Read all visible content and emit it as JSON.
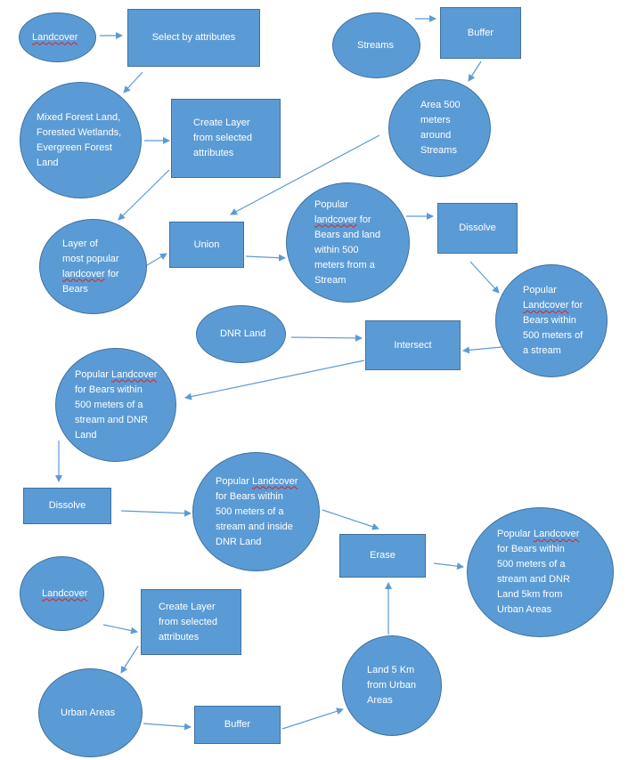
{
  "nodes": {
    "landcover_top": {
      "text": "Landcover"
    },
    "select_attrs": {
      "text": "Select by attributes"
    },
    "streams": {
      "text": "Streams"
    },
    "buffer_top": {
      "text": "Buffer"
    },
    "mixed_forest": {
      "lines": [
        "Mixed Forest Land,",
        "Forested Wetlands,",
        "Evergreen Forest",
        "Land"
      ]
    },
    "create_layer_top": {
      "lines": [
        "Create Layer",
        "from selected",
        "attributes"
      ]
    },
    "area_500": {
      "lines": [
        "Area 500",
        "meters",
        "around",
        "Streams"
      ]
    },
    "layer_popular": {
      "lines": [
        "Layer of",
        "most popular"
      ],
      "line3_word": "landcover",
      "line3_rest": " for",
      "line4": "Bears"
    },
    "union": {
      "text": "Union"
    },
    "popular_land_500": {
      "line1": "Popular",
      "line2_word": "landcover",
      "line2_rest": " for",
      "lines_rest": [
        "Bears and land",
        "within 500",
        "meters from a",
        "Stream"
      ]
    },
    "dissolve_top": {
      "text": "Dissolve"
    },
    "popular_500_stream": {
      "line1": "Popular",
      "line2_word": "Landcover",
      "line2_rest": " for",
      "lines_rest": [
        "Bears within",
        "500 meters of",
        "a stream"
      ]
    },
    "dnr_land": {
      "text": "DNR Land"
    },
    "intersect": {
      "text": "Intersect"
    },
    "popular_dnr": {
      "line1_pre": "Popular ",
      "line1_word": "Landcover",
      "lines_rest": [
        "for Bears within",
        "500 meters of a",
        "stream and DNR",
        "Land"
      ]
    },
    "dissolve_mid": {
      "text": "Dissolve"
    },
    "popular_inside_dnr": {
      "line1_pre": "Popular ",
      "line1_word": "Landcover",
      "lines_rest": [
        "for Bears within",
        "500 meters of a",
        "stream and inside",
        "DNR Land"
      ]
    },
    "erase": {
      "text": "Erase"
    },
    "popular_final": {
      "line1_pre": "Popular ",
      "line1_word": "Landcover",
      "lines_rest": [
        "for Bears within",
        "500 meters of a",
        "stream and DNR",
        "Land 5km from",
        "Urban Areas"
      ]
    },
    "landcover_bottom": {
      "text": "Landcover"
    },
    "create_layer_bottom": {
      "lines": [
        "Create Layer",
        "from selected",
        "attributes"
      ]
    },
    "land_5km": {
      "lines": [
        "Land 5 Km",
        "from Urban",
        "Areas"
      ]
    },
    "urban_areas": {
      "text": "Urban Areas"
    },
    "buffer_bottom": {
      "text": "Buffer"
    }
  },
  "colors": {
    "node_fill": "#5b9bd5",
    "node_border": "#41719c",
    "arrow": "#5b9bd5",
    "text": "#ffffff",
    "spell_underline": "#e02020"
  }
}
